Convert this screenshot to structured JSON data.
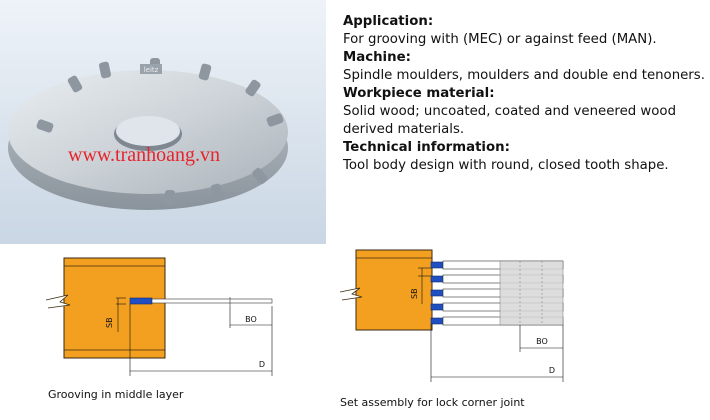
{
  "watermark": "www.tranhoang.vn",
  "logo_text": "leitz",
  "specs": [
    {
      "heading": "Application:",
      "text": "For grooving with (MEC) or against feed (MAN)."
    },
    {
      "heading": "Machine:",
      "text": "Spindle moulders, moulders and double end tenoners."
    },
    {
      "heading": "Workpiece material:",
      "text": "Solid wood; uncoated, coated and veneered wood derived materials."
    },
    {
      "heading": "Technical information:",
      "text": "Tool body design with round, closed tooth shape."
    }
  ],
  "diagram_left": {
    "caption": "Grooving in middle layer",
    "sb": "SB",
    "bo": "BO",
    "d": "D"
  },
  "diagram_right": {
    "caption": "Set assembly for lock corner joint",
    "sb": "SB",
    "bo": "BO",
    "d": "D"
  },
  "colors": {
    "wood": "#f3a020",
    "wood_outline": "#3a2a10",
    "blade": "#1f4fc2"
  }
}
